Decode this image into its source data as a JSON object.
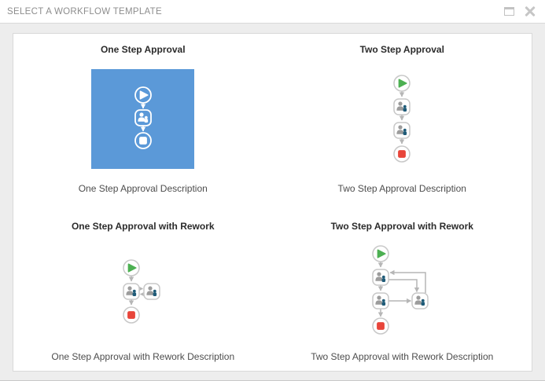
{
  "dialog": {
    "title": "SELECT A WORKFLOW TEMPLATE",
    "controls": {
      "maximize": "maximize-window",
      "close": "close-dialog"
    }
  },
  "templates": [
    {
      "title": "One Step Approval",
      "description": "One Step Approval Description",
      "selected": true,
      "nodes": [
        "start",
        "approval-step",
        "end"
      ]
    },
    {
      "title": "Two Step Approval",
      "description": "Two Step Approval Description",
      "selected": false,
      "nodes": [
        "start",
        "approval-step",
        "approval-step",
        "end"
      ]
    },
    {
      "title": "One Step Approval with Rework",
      "description": "One Step Approval with Rework Description",
      "selected": false,
      "nodes": [
        "start",
        "approval-step",
        "rework-step",
        "end"
      ]
    },
    {
      "title": "Two Step Approval with Rework",
      "description": "Two Step Approval with Rework Description",
      "selected": false,
      "nodes": [
        "start",
        "approval-step",
        "approval-step",
        "rework-step",
        "end"
      ]
    }
  ],
  "colors": {
    "selected_tile": "#5b99d8",
    "start_green": "#4db052",
    "end_red": "#e8453a",
    "person_gray": "#9c9c9c",
    "person_navy": "#1f5b78",
    "node_border": "#c8c8c8",
    "connector": "#b6b6b6",
    "header_text": "#8d8d8d",
    "body_bg": "#ededed"
  }
}
